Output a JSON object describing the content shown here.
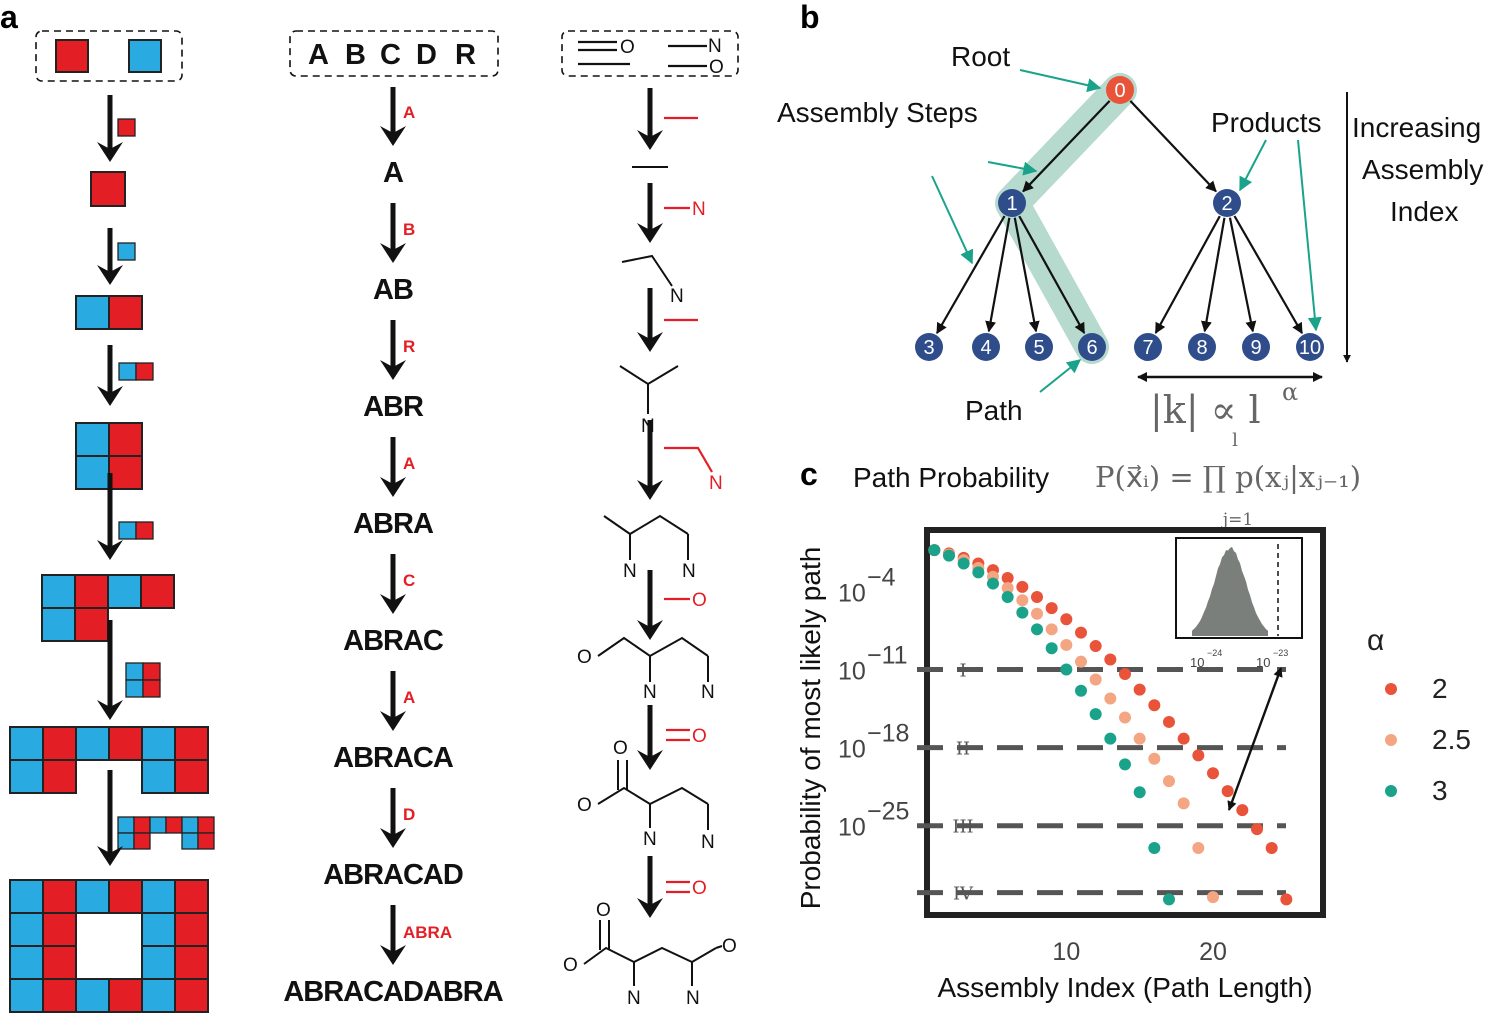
{
  "panel_labels": {
    "a": "a",
    "b": "b",
    "c": "c"
  },
  "colors": {
    "red": "#e31e24",
    "blue": "#29abe2",
    "teal": "#1aa38a",
    "node": "#2f4d8a",
    "root": "#e8533a"
  },
  "panel_a": {
    "col1_pools": "red and blue unit blocks",
    "letters": [
      "A",
      "B",
      "C",
      "D",
      "R"
    ],
    "words": [
      "A",
      "AB",
      "ABR",
      "ABRA",
      "ABRAC",
      "ABRACA",
      "ABRACAD",
      "ABRACADABRA"
    ],
    "added": [
      "A",
      "B",
      "R",
      "A",
      "C",
      "A",
      "D",
      "ABRA"
    ],
    "mol_atoms": {
      "O": "O",
      "N": "N"
    }
  },
  "panel_b": {
    "root_label": "Root",
    "steps_label": "Assembly Steps",
    "products_label": "Products",
    "path_label": "Path",
    "increasing_label": [
      "Increasing",
      "Assembly",
      "Index"
    ],
    "nodes": [
      "0",
      "1",
      "2",
      "3",
      "4",
      "5",
      "6",
      "7",
      "8",
      "9",
      "10"
    ],
    "formula_k": "|k| ∝ l",
    "formula_alpha": "α"
  },
  "panel_c": {
    "title": "Path Probability",
    "formula": "P(x⃗ᵢ) = ∏ p(xⱼ|xⱼ₋₁)",
    "formula_upper": "l",
    "formula_lower": "j=1",
    "legend_title": "α",
    "levels": [
      "I",
      "II",
      "III",
      "IV"
    ],
    "inset_ticks": [
      "10",
      "−24",
      "10",
      "−23"
    ]
  },
  "chart_data": {
    "type": "scatter",
    "xlabel": "Assembly Index (Path Length)",
    "ylabel": "Probability of most likely path",
    "y_scale": "log",
    "xlim": [
      0.5,
      27.5
    ],
    "ylim_log10": [
      -33,
      1.5
    ],
    "xticks": [
      10,
      20
    ],
    "yticks": [
      {
        "exp": -4,
        "label_base": "10",
        "label_exp": "−4"
      },
      {
        "exp": -11,
        "label_base": "10",
        "label_exp": "−11"
      },
      {
        "exp": -18,
        "label_base": "10",
        "label_exp": "−18"
      },
      {
        "exp": -25,
        "label_base": "10",
        "label_exp": "−25"
      }
    ],
    "reference_lines_log10": [
      -11,
      -18,
      -25,
      -31
    ],
    "series": [
      {
        "name": "2",
        "color": "#e8533a",
        "x": [
          1,
          2,
          3,
          4,
          5,
          6,
          7,
          8,
          9,
          10,
          11,
          12,
          13,
          14,
          15,
          16,
          17,
          18,
          19,
          20,
          21,
          22,
          23,
          24,
          25
        ],
        "log10y": [
          -0.3,
          -0.6,
          -1.0,
          -1.5,
          -2.1,
          -2.8,
          -3.6,
          -4.5,
          -5.5,
          -6.5,
          -7.7,
          -8.9,
          -10.1,
          -11.4,
          -12.8,
          -14.2,
          -15.7,
          -17.2,
          -18.7,
          -20.3,
          -21.9,
          -23.6,
          -25.3,
          -27.0,
          -31.6
        ]
      },
      {
        "name": "2.5",
        "color": "#f4a582",
        "x": [
          1,
          2,
          3,
          4,
          5,
          6,
          7,
          8,
          9,
          10,
          11,
          12,
          13,
          14,
          15,
          16,
          17,
          18,
          19,
          20
        ],
        "log10y": [
          -0.3,
          -0.7,
          -1.2,
          -1.9,
          -2.7,
          -3.7,
          -4.8,
          -6.0,
          -7.4,
          -8.8,
          -10.3,
          -11.9,
          -13.6,
          -15.3,
          -17.2,
          -19.0,
          -21.0,
          -23.0,
          -27.0,
          -31.4
        ]
      },
      {
        "name": "3",
        "color": "#1aa38a",
        "x": [
          1,
          2,
          3,
          4,
          5,
          6,
          7,
          8,
          9,
          10,
          11,
          12,
          13,
          14,
          15,
          16,
          17
        ],
        "log10y": [
          -0.3,
          -0.8,
          -1.5,
          -2.3,
          -3.3,
          -4.5,
          -5.9,
          -7.4,
          -9.1,
          -11.0,
          -12.9,
          -15.0,
          -17.2,
          -19.5,
          -22.0,
          -27.0,
          -31.6
        ]
      }
    ]
  }
}
